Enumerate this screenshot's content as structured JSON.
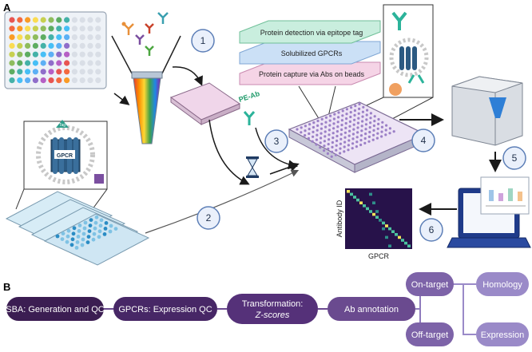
{
  "panels": {
    "a": "A",
    "b": "B"
  },
  "panel_a": {
    "layers": {
      "top": "Protein detection via epitope tag",
      "middle": "Solubilized GPCRs",
      "bottom": "Protein capture via Abs on beads"
    },
    "labels": {
      "pe_ab": "PE-Ab",
      "gpcr": "GPCR",
      "tag": "Tag",
      "heatmap_y": "Antibody ID",
      "heatmap_x": "GPCR"
    },
    "steps": [
      "1",
      "2",
      "3",
      "4",
      "5",
      "6"
    ]
  },
  "panel_b": {
    "steps": {
      "s1": "SBA: Generation and QC",
      "s2": "GPCRs: Expression QC",
      "s3_line1": "Transformation:",
      "s3_line2": "Z-scores",
      "s4": "Ab annotation",
      "on_target": "On-target",
      "off_target": "Off-target",
      "homology": "Homology",
      "expression": "Expression"
    }
  },
  "colors": {
    "dark_purple": "#3b1d52",
    "mid_purple": "#6a4a8f",
    "light_purple": "#9a8ac8",
    "circle_fill": "#eaf0fb",
    "circle_stroke": "#5d7fb7"
  }
}
